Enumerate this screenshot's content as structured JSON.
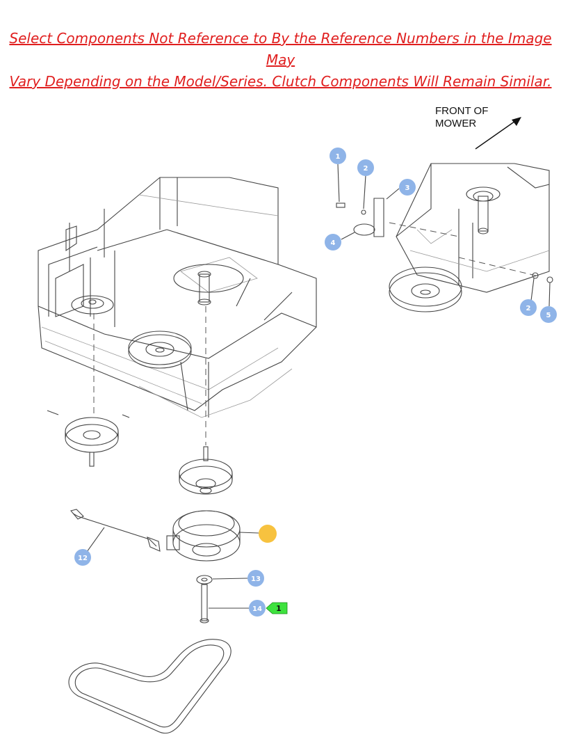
{
  "notice": {
    "line1": "Select Components Not Reference to By the Reference Numbers in the Image May",
    "line2": "Vary Depending on the Model/Series. Clutch Components Will Remain Similar."
  },
  "orientation": {
    "line1": "FRONT OF",
    "line2": "MOWER"
  },
  "callouts": {
    "c1": "1",
    "c2a": "2",
    "c3": "3",
    "c4": "4",
    "c2b": "2",
    "c5": "5",
    "c12": "12",
    "c13": "13",
    "c14": "14",
    "c_clutch": ""
  },
  "flag": {
    "label": "1"
  },
  "colors": {
    "notice": "#e01e1e",
    "callout": "#8fb4e8",
    "highlight": "#f7c23f",
    "flag": "#3ee23e"
  }
}
